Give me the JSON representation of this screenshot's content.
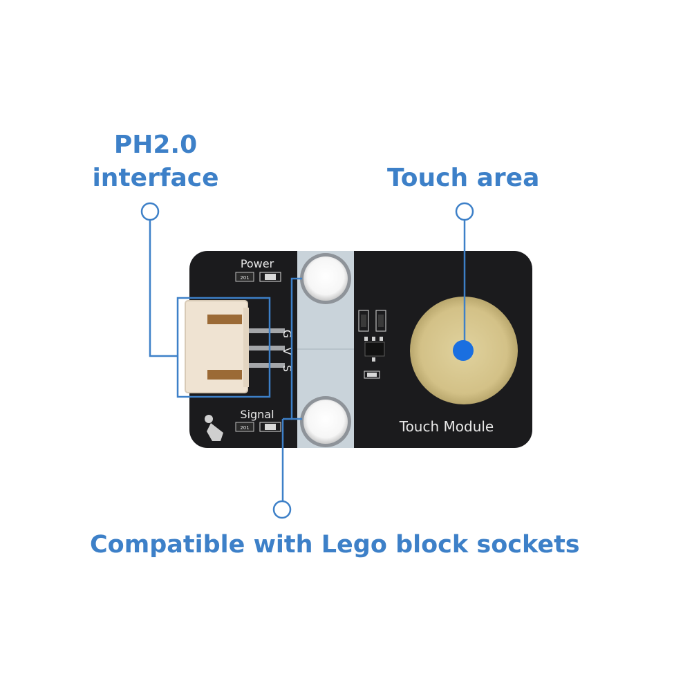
{
  "callouts": {
    "ph_interface": {
      "line1": "PH2.0",
      "line2": "interface"
    },
    "touch_area": "Touch area",
    "lego": "Compatible with Lego block sockets"
  },
  "board": {
    "power_label": "Power",
    "signal_label": "Signal",
    "module_name": "Touch Module",
    "pin_labels": [
      "G",
      "V",
      "S"
    ],
    "resistor_code": "201"
  },
  "colors": {
    "accent": "#3d80c8",
    "marker": "#1a6fe0",
    "pcb": "#1b1b1d",
    "touch_pad": "#d6c58e",
    "connector": "#efe3d2",
    "lego_strip": "#c9d3da"
  }
}
